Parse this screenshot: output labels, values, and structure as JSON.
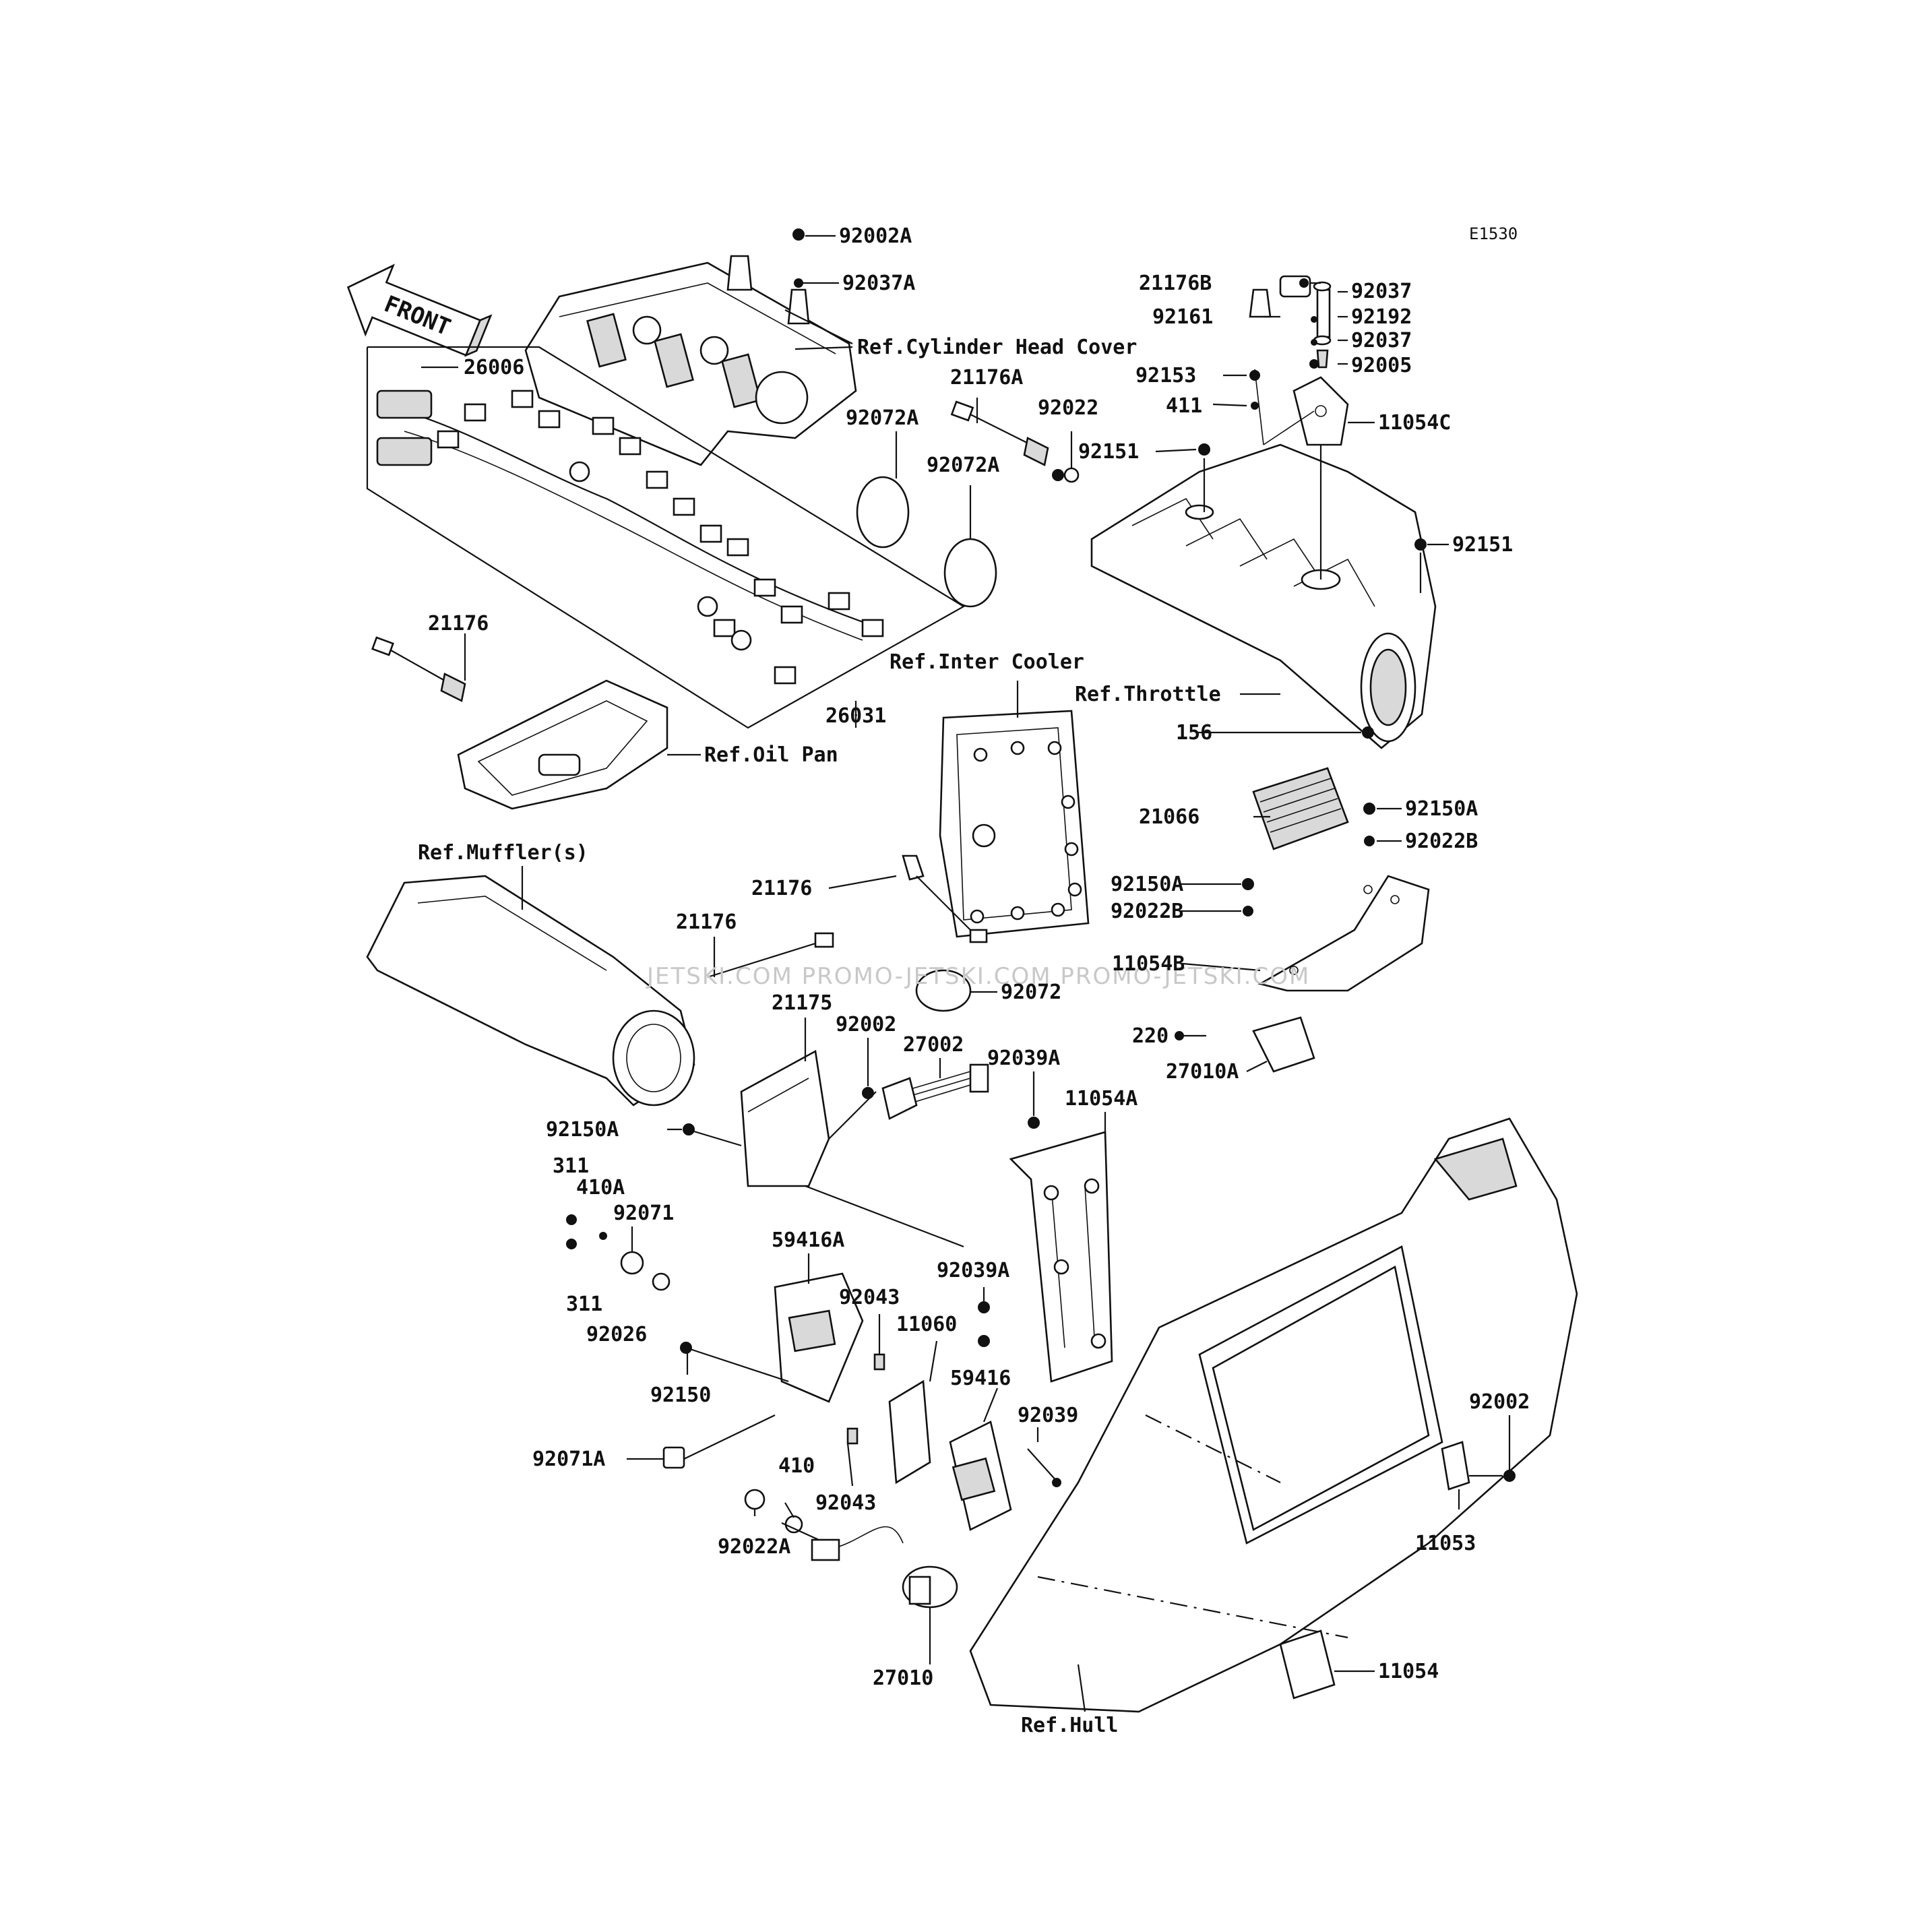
{
  "diagram_code": "E1530",
  "front_label": "FRONT",
  "watermark": "JETSKI.COM   PROMO-JETSKI.COM   PROMO-JETSKI.COM",
  "labels": {
    "l92002A": "92002A",
    "l92037A": "92037A",
    "refCylHead": "Ref.Cylinder Head Cover",
    "l26006": "26006",
    "l21176A": "21176A",
    "l92022": "92022",
    "l92072A_1": "92072A",
    "l92072A_2": "92072A",
    "l21176B": "21176B",
    "l92161": "92161",
    "l92037_1": "92037",
    "l92192": "92192",
    "l92037_2": "92037",
    "l92005": "92005",
    "l92153": "92153",
    "l411": "411",
    "l11054C": "11054C",
    "l92151_1": "92151",
    "l92151_2": "92151",
    "l21176_1": "21176",
    "l26031": "26031",
    "refInterCooler": "Ref.Inter Cooler",
    "refThrottle": "Ref.Throttle",
    "refOilPan": "Ref.Oil Pan",
    "l156": "156",
    "l21066": "21066",
    "l92150A_1": "92150A",
    "l92022B_1": "92022B",
    "l92150A_2": "92150A",
    "l92022B_2": "92022B",
    "l11054B": "11054B",
    "refMuffler": "Ref.Muffler(s)",
    "l21176_2": "21176",
    "l21176_3": "21176",
    "l92072": "92072",
    "l21175": "21175",
    "l92002_1": "92002",
    "l27002": "27002",
    "l92039A_1": "92039A",
    "l11054A": "11054A",
    "l220": "220",
    "l27010A": "27010A",
    "l92150A_3": "92150A",
    "l311_1": "311",
    "l410A": "410A",
    "l92071": "92071",
    "l311_2": "311",
    "l92026": "92026",
    "l59416A": "59416A",
    "l92043_1": "92043",
    "l11060": "11060",
    "l92039A_2": "92039A",
    "l92150": "92150",
    "l59416": "59416",
    "l92039": "92039",
    "l92002_2": "92002",
    "l92071A": "92071A",
    "l410": "410",
    "l92043_2": "92043",
    "l92022A": "92022A",
    "l11053": "11053",
    "l27010": "27010",
    "l11054": "11054",
    "refHull": "Ref.Hull"
  }
}
